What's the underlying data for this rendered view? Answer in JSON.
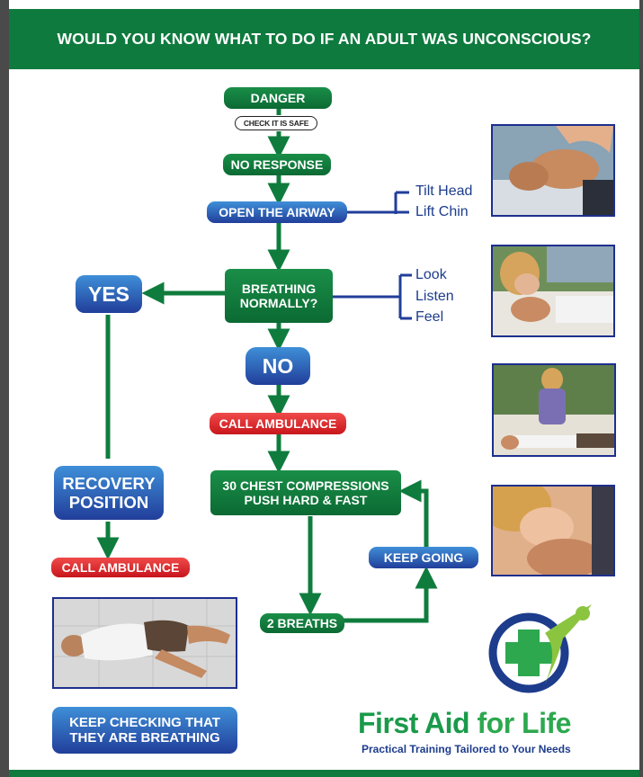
{
  "header": {
    "title": "WOULD YOU KNOW WHAT TO DO IF AN ADULT WAS UNCONSCIOUS?"
  },
  "flow": {
    "danger": "DANGER",
    "check_safe": "CHECK IT IS SAFE",
    "no_response": "NO RESPONSE",
    "open_airway": "OPEN THE AIRWAY",
    "airway_steps": [
      "Tilt Head",
      "Lift Chin"
    ],
    "breathing_line1": "BREATHING",
    "breathing_line2": "NORMALLY?",
    "breathing_checks": [
      "Look",
      "Listen",
      "Feel"
    ],
    "yes": "YES",
    "no": "NO",
    "call_ambulance_main": "CALL AMBULANCE",
    "compressions_line1": "30 CHEST COMPRESSIONS",
    "compressions_line2": "PUSH HARD & FAST",
    "two_breaths": "2 BREATHS",
    "keep_going": "KEEP GOING",
    "recovery_line1": "RECOVERY",
    "recovery_line2": "POSITION",
    "call_ambulance_left": "CALL AMBULANCE",
    "keep_checking_line1": "KEEP CHECKING THAT",
    "keep_checking_line2": "THEY ARE BREATHING"
  },
  "logo": {
    "name_part1": "First Aid",
    "name_part2": " for Life",
    "tagline": "Practical Training Tailored to Your Needs"
  },
  "colors": {
    "brand_green": "#0e7a3e",
    "flow_blue": "#213e9a",
    "alert_red": "#d61c22",
    "text_blue": "#1d3c8c"
  }
}
